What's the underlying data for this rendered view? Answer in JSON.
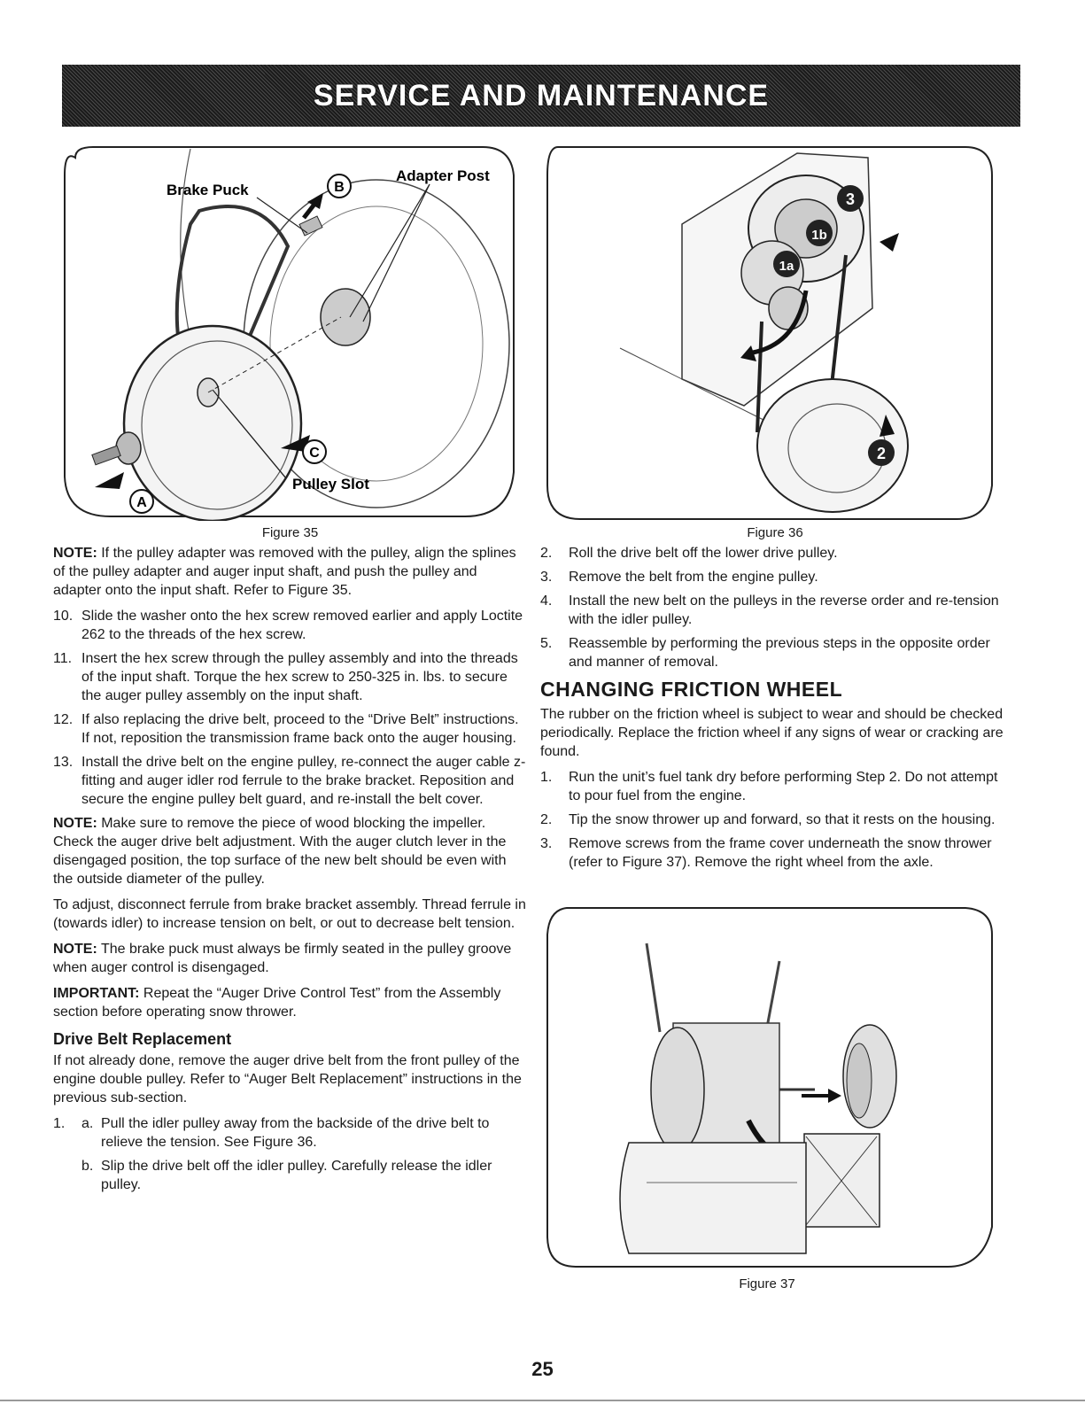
{
  "header": {
    "title": "SERVICE AND MAINTENANCE"
  },
  "figure35": {
    "caption": "Figure 35",
    "labels": {
      "brake_puck": "Brake Puck",
      "adapter_post": "Adapter Post",
      "pulley_slot": "Pulley Slot",
      "a": "A",
      "b": "B",
      "c": "C"
    }
  },
  "figure36": {
    "caption": "Figure 36",
    "labels": {
      "n3": "3",
      "n1b": "1b",
      "n1a": "1a",
      "n2": "2"
    }
  },
  "figure37": {
    "caption": "Figure 37"
  },
  "left": {
    "note1_label": "NOTE:",
    "note1_text": " If the pulley adapter was removed with the pulley, align the splines of the pulley adapter and auger input shaft, and push the pulley and adapter onto the input shaft. Refer to Figure 35.",
    "steps": [
      {
        "num": "10.",
        "text": "Slide the washer onto the hex screw removed earlier and apply Loctite 262 to the threads of the hex screw."
      },
      {
        "num": "11.",
        "text": "Insert the hex screw through the pulley assembly and into the threads of the input shaft. Torque the hex screw to 250-325 in. lbs. to secure the auger pulley assembly on the input shaft."
      },
      {
        "num": "12.",
        "text": "If also replacing the drive belt, proceed to the “Drive Belt” instructions. If not, reposition the transmission frame back onto the auger housing."
      },
      {
        "num": "13.",
        "text": "Install the drive belt on the engine pulley, re-connect the auger cable z-fitting and auger idler rod ferrule to the brake bracket. Reposition and secure the engine pulley belt guard, and re-install the belt cover."
      }
    ],
    "note2_label": "NOTE:",
    "note2_text": " Make sure to remove the piece of wood blocking the impeller. Check the auger drive belt adjustment. With the auger clutch lever in the disengaged position, the top surface of the new belt should be even with the outside diameter of the pulley.",
    "adjust_text": "To adjust, disconnect ferrule from brake bracket assembly. Thread ferrule in (towards idler) to increase tension on belt, or out to decrease belt tension.",
    "note3_label": "NOTE:",
    "note3_text": " The brake puck must always be firmly seated in the pulley groove when auger control is disengaged.",
    "important_label": "IMPORTANT:",
    "important_text": " Repeat the “Auger Drive Control Test” from the Assembly section before operating snow thrower.",
    "drive_belt_heading": "Drive Belt Replacement",
    "drive_belt_intro": "If not already done, remove the auger drive belt from the front pulley of the engine double pulley. Refer to “Auger Belt Replacement” instructions in the previous sub-section.",
    "step1_num": "1.",
    "step1a_letter": "a.",
    "step1a_text": "Pull the idler pulley away from the backside of the drive belt to relieve the tension. See Figure 36.",
    "step1b_letter": "b.",
    "step1b_text": "Slip the drive belt off the idler pulley. Carefully release the idler pulley."
  },
  "right": {
    "steps": [
      {
        "num": "2.",
        "text": "Roll the drive belt off the lower drive pulley."
      },
      {
        "num": "3.",
        "text": "Remove the belt from the engine pulley."
      },
      {
        "num": "4.",
        "text": "Install the new belt on the pulleys in the reverse order and re-tension with the idler pulley."
      },
      {
        "num": "5.",
        "text": "Reassemble by performing the previous steps in the opposite order and manner of removal."
      }
    ],
    "friction_heading": "CHANGING FRICTION WHEEL",
    "friction_intro": "The rubber on the friction wheel is subject to wear and should be checked periodically. Replace the friction wheel if any signs of wear or cracking are found.",
    "friction_steps": [
      {
        "num": "1.",
        "text": "Run the unit’s fuel tank dry before performing Step 2. Do not attempt to pour fuel from the engine."
      },
      {
        "num": "2.",
        "text": "Tip the snow thrower up and forward, so that it rests on the housing."
      },
      {
        "num": "3.",
        "text": "Remove screws from the frame cover underneath the snow thrower (refer to Figure 37). Remove the right wheel from the axle."
      }
    ]
  },
  "page_number": "25"
}
